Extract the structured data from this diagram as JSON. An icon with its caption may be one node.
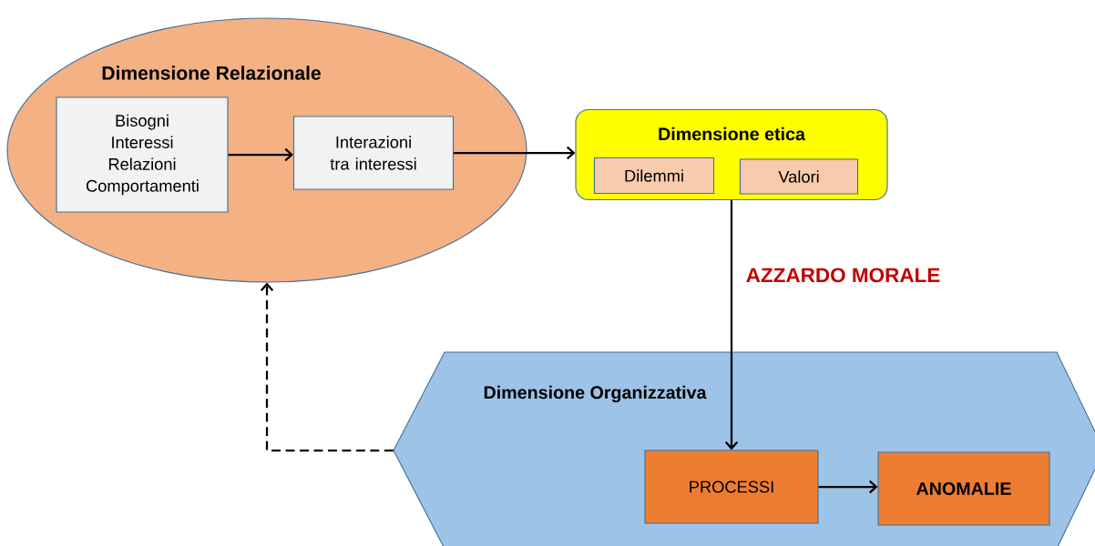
{
  "diagram": {
    "nodes": [
      {
        "text": [
          "Dimensione Relazionale"
        ]
      },
      {
        "text": [
          "Bisogni Interessi Relazioni Comportamenti"
        ],
        "in": 0
      },
      {
        "text": [
          "Interazioni tra interessi"
        ],
        "in": 0
      },
      {
        "text": [
          "Dimensione etica"
        ]
      },
      {
        "text": [
          "Dilemmi"
        ],
        "in": 3
      },
      {
        "text": [
          "Valori"
        ],
        "in": 3
      },
      {
        "text": [
          "Dimensione Organizzativa"
        ]
      },
      {
        "text": [
          "PROCESSI"
        ],
        "in": 6
      },
      {
        "text": [
          "ANOMALIE"
        ],
        "in": 6
      }
    ],
    "edges": [
      {
        "from": 1,
        "to": 2,
        "arrow": "to"
      },
      {
        "from": 2,
        "to": 3,
        "arrow": "to"
      },
      {
        "from": 3,
        "to": 7,
        "arrow": "to",
        "label": "AZZARDO MORALE"
      },
      {
        "from": 7,
        "to": 8,
        "arrow": "to"
      },
      {
        "from": 6,
        "to": 0,
        "arrow": "to",
        "style": "dashed"
      }
    ]
  }
}
